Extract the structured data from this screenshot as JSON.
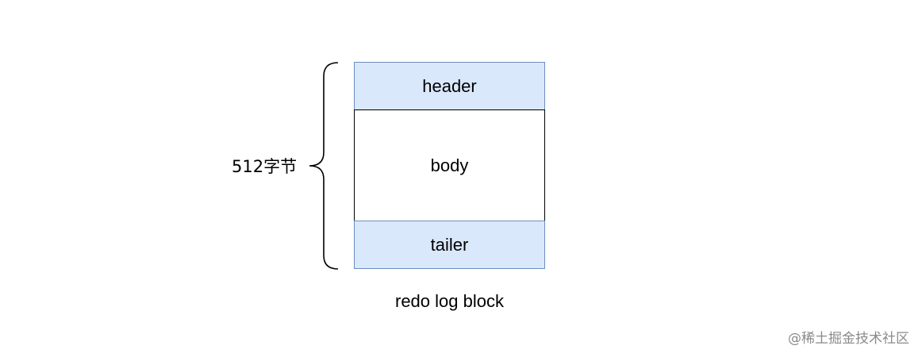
{
  "diagram": {
    "size_label": "512字节",
    "segments": {
      "header": "header",
      "body": "body",
      "tailer": "tailer"
    },
    "caption": "redo log block",
    "colors": {
      "segment_fill": "#dae8fc",
      "segment_border": "#6c8ebf",
      "body_fill": "#ffffff",
      "body_border": "#000000"
    }
  },
  "watermark": "@稀土掘金技术社区"
}
